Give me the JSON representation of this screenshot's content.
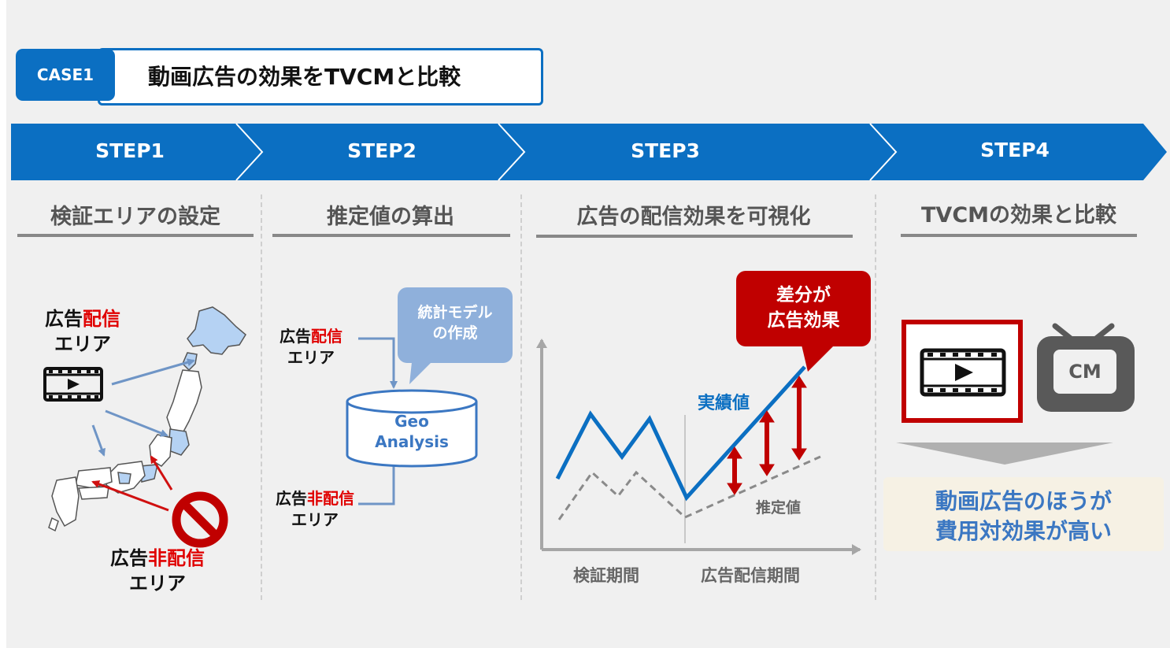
{
  "case": {
    "tag": "CASE1",
    "title": "動画広告の効果をTVCMと比較"
  },
  "steps": [
    {
      "label": "STEP1",
      "heading": "検証エリアの設定"
    },
    {
      "label": "STEP2",
      "heading": "推定値の算出"
    },
    {
      "label": "STEP3",
      "heading": "広告の配信効果を可視化"
    },
    {
      "label": "STEP4",
      "heading": "TVCMの効果と比較"
    }
  ],
  "step1": {
    "delivered_prefix": "広告",
    "delivered_highlight": "配信",
    "delivered_suffix": "エリア",
    "nondelivered_prefix": "広告",
    "nondelivered_highlight": "非配信",
    "nondelivered_suffix": "エリア",
    "icons": [
      "video-icon",
      "japan-map-icon",
      "prohibited-icon"
    ]
  },
  "step2": {
    "bubble_line1": "統計モデル",
    "bubble_line2": "の作成",
    "cylinder_line1": "Geo",
    "cylinder_line2": "Analysis",
    "delivered_prefix": "広告",
    "delivered_highlight": "配信",
    "delivered_suffix": "エリア",
    "nondelivered_prefix": "広告",
    "nondelivered_highlight": "非配信",
    "nondelivered_suffix": "エリア"
  },
  "step3": {
    "callout_line1": "差分が",
    "callout_line2": "広告効果",
    "actual_label": "実績値",
    "estimate_label": "推定値",
    "period_verify": "検証期間",
    "period_delivery": "広告配信期間"
  },
  "step4": {
    "cm_label": "CM",
    "conclusion_line1": "動画広告のほうが",
    "conclusion_line2": "費用対効果が高い",
    "icons": [
      "video-icon",
      "tv-icon"
    ]
  },
  "colors": {
    "blue": "#0b6fc2",
    "red": "#c00000",
    "highlight_red": "#e00000",
    "map_blue": "#b5d2f3",
    "bubble": "#8fb0db",
    "conclusion_text": "#3b77c2"
  }
}
